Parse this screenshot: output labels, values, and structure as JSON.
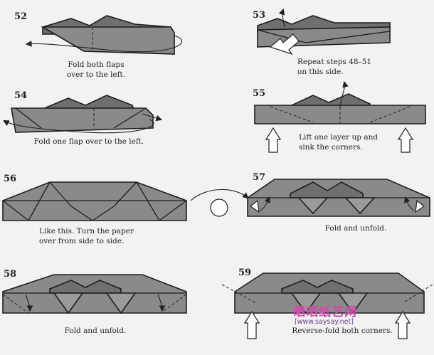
{
  "steps": [
    {
      "id": "step-52",
      "number": "52",
      "caption": "Fold both flaps\nover to the left."
    },
    {
      "id": "step-53",
      "number": "53",
      "caption": "Repeat steps 48–51\non this side."
    },
    {
      "id": "step-54",
      "number": "54",
      "caption": "Fold one flap over to the left."
    },
    {
      "id": "step-55",
      "number": "55",
      "caption": "Lift one layer up and\nsink the corners."
    },
    {
      "id": "step-56",
      "number": "56",
      "caption": "Like this. Turn the paper\nover from side to side."
    },
    {
      "id": "step-57",
      "number": "57",
      "caption": "Fold and unfold."
    },
    {
      "id": "step-58",
      "number": "58",
      "caption": "Fold and unfold."
    },
    {
      "id": "step-59",
      "number": "59",
      "caption": "Reverse-fold both corners."
    }
  ],
  "watermark": {
    "title": "晒晒纸艺网",
    "url": "[www.saysay.net]"
  },
  "colors": {
    "paper": "#8a8a8a",
    "outline": "#1e1e1e",
    "background": "#f2f2f2"
  }
}
